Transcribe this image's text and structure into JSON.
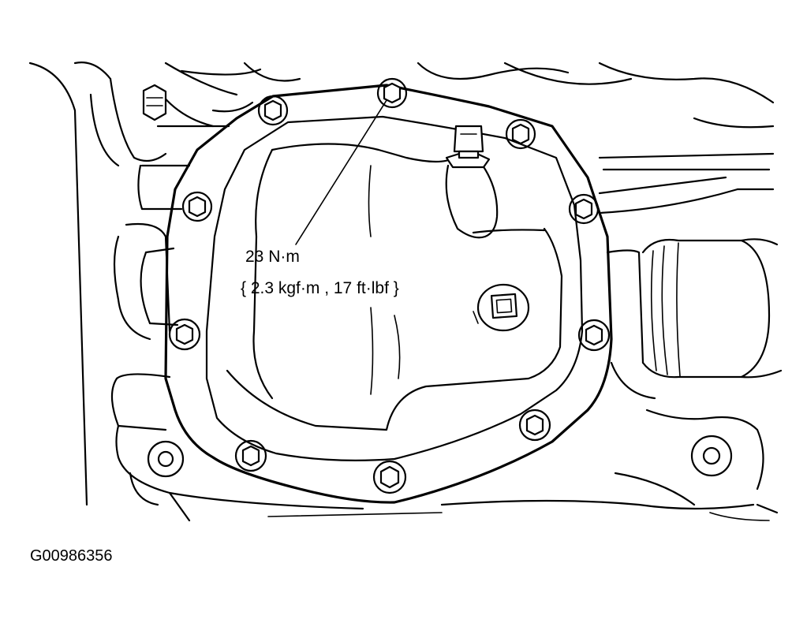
{
  "callout": {
    "torque_nm": "23 N·m",
    "torque_alt": "{ 2.3 kgf·m , 17 ft·lbf }"
  },
  "figure_id": "G00986356",
  "icons": {
    "bolt": "hex-bolt-icon",
    "plug": "fill-plug-icon",
    "drain": "square-drain-plug-icon"
  }
}
